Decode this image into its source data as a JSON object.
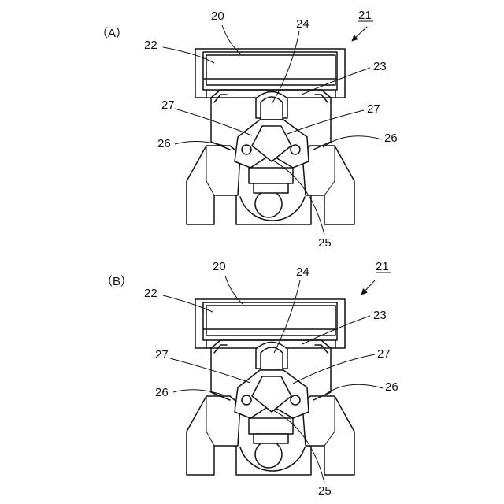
{
  "figures": [
    {
      "label": "（A）",
      "ref_main": "21",
      "labels": [
        "20",
        "22",
        "24",
        "23",
        "27",
        "27",
        "26",
        "26",
        "25"
      ]
    },
    {
      "label": "（B）",
      "ref_main": "21",
      "labels": [
        "20",
        "22",
        "24",
        "23",
        "27",
        "27",
        "26",
        "26",
        "25"
      ]
    }
  ]
}
